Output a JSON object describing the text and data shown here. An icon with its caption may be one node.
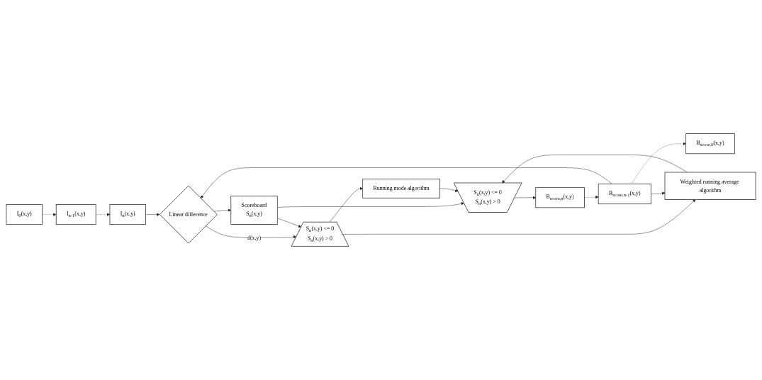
{
  "diagram": {
    "nodes": [
      {
        "text": [
          "I$_{0}$(x,y)"
        ]
      },
      {
        "text": [
          "I$_{n-1}$(x,y)"
        ]
      },
      {
        "text": [
          "I$_{n}$(x,y)"
        ]
      },
      {
        "text": [
          "Linear difference"
        ]
      },
      {
        "text": [
          "Scoreboard",
          "S$_{n}$(x,y)"
        ]
      },
      {
        "text": [
          "S$_{n}$(x,y) <= 0",
          "S$_{n}$(x,y) > 0"
        ]
      },
      {
        "text": [
          "Running mode algorithm"
        ]
      },
      {
        "text": [
          "Weighted running average algorithm"
        ]
      },
      {
        "text": [
          "S$_{n}$(x,y) <= 0",
          "S$_{n}$(x,y) > 0"
        ]
      },
      {
        "text": [
          "B$_{score,n}$(x,y)"
        ]
      },
      {
        "text": [
          "B$_{score,n-1}$(x,y)"
        ]
      },
      {
        "text": [
          "B$_{score,0}$(x,y)"
        ]
      }
    ],
    "edges": [
      {
        "from": 0,
        "to": 1,
        "arrow": "to",
        "style": "dashed"
      },
      {
        "from": 1,
        "to": 2,
        "arrow": "to",
        "style": "dashed"
      },
      {
        "from": 2,
        "to": 3,
        "arrow": "to"
      },
      {
        "from": 3,
        "to": 5,
        "arrow": "to",
        "label": "d(x,y)"
      },
      {
        "from": 3,
        "to": 4,
        "arrow": "to"
      },
      {
        "from": 4,
        "to": 5,
        "arrow": "to"
      },
      {
        "from": 4,
        "to": 8,
        "arrow": "to"
      },
      {
        "from": 5,
        "to": 6,
        "arrow": "to"
      },
      {
        "from": 5,
        "to": 7,
        "arrow": "to"
      },
      {
        "from": 6,
        "to": 8,
        "arrow": "to"
      },
      {
        "from": 7,
        "to": 8,
        "arrow": "to"
      },
      {
        "from": 8,
        "to": 9,
        "arrow": "to"
      },
      {
        "from": 9,
        "to": 10,
        "arrow": "to",
        "style": "dashed"
      },
      {
        "from": 10,
        "to": 11,
        "arrow": "to",
        "style": "dashed"
      },
      {
        "from": 10,
        "to": 3,
        "arrow": "to"
      },
      {
        "from": 10,
        "to": 7,
        "arrow": "to"
      }
    ]
  }
}
